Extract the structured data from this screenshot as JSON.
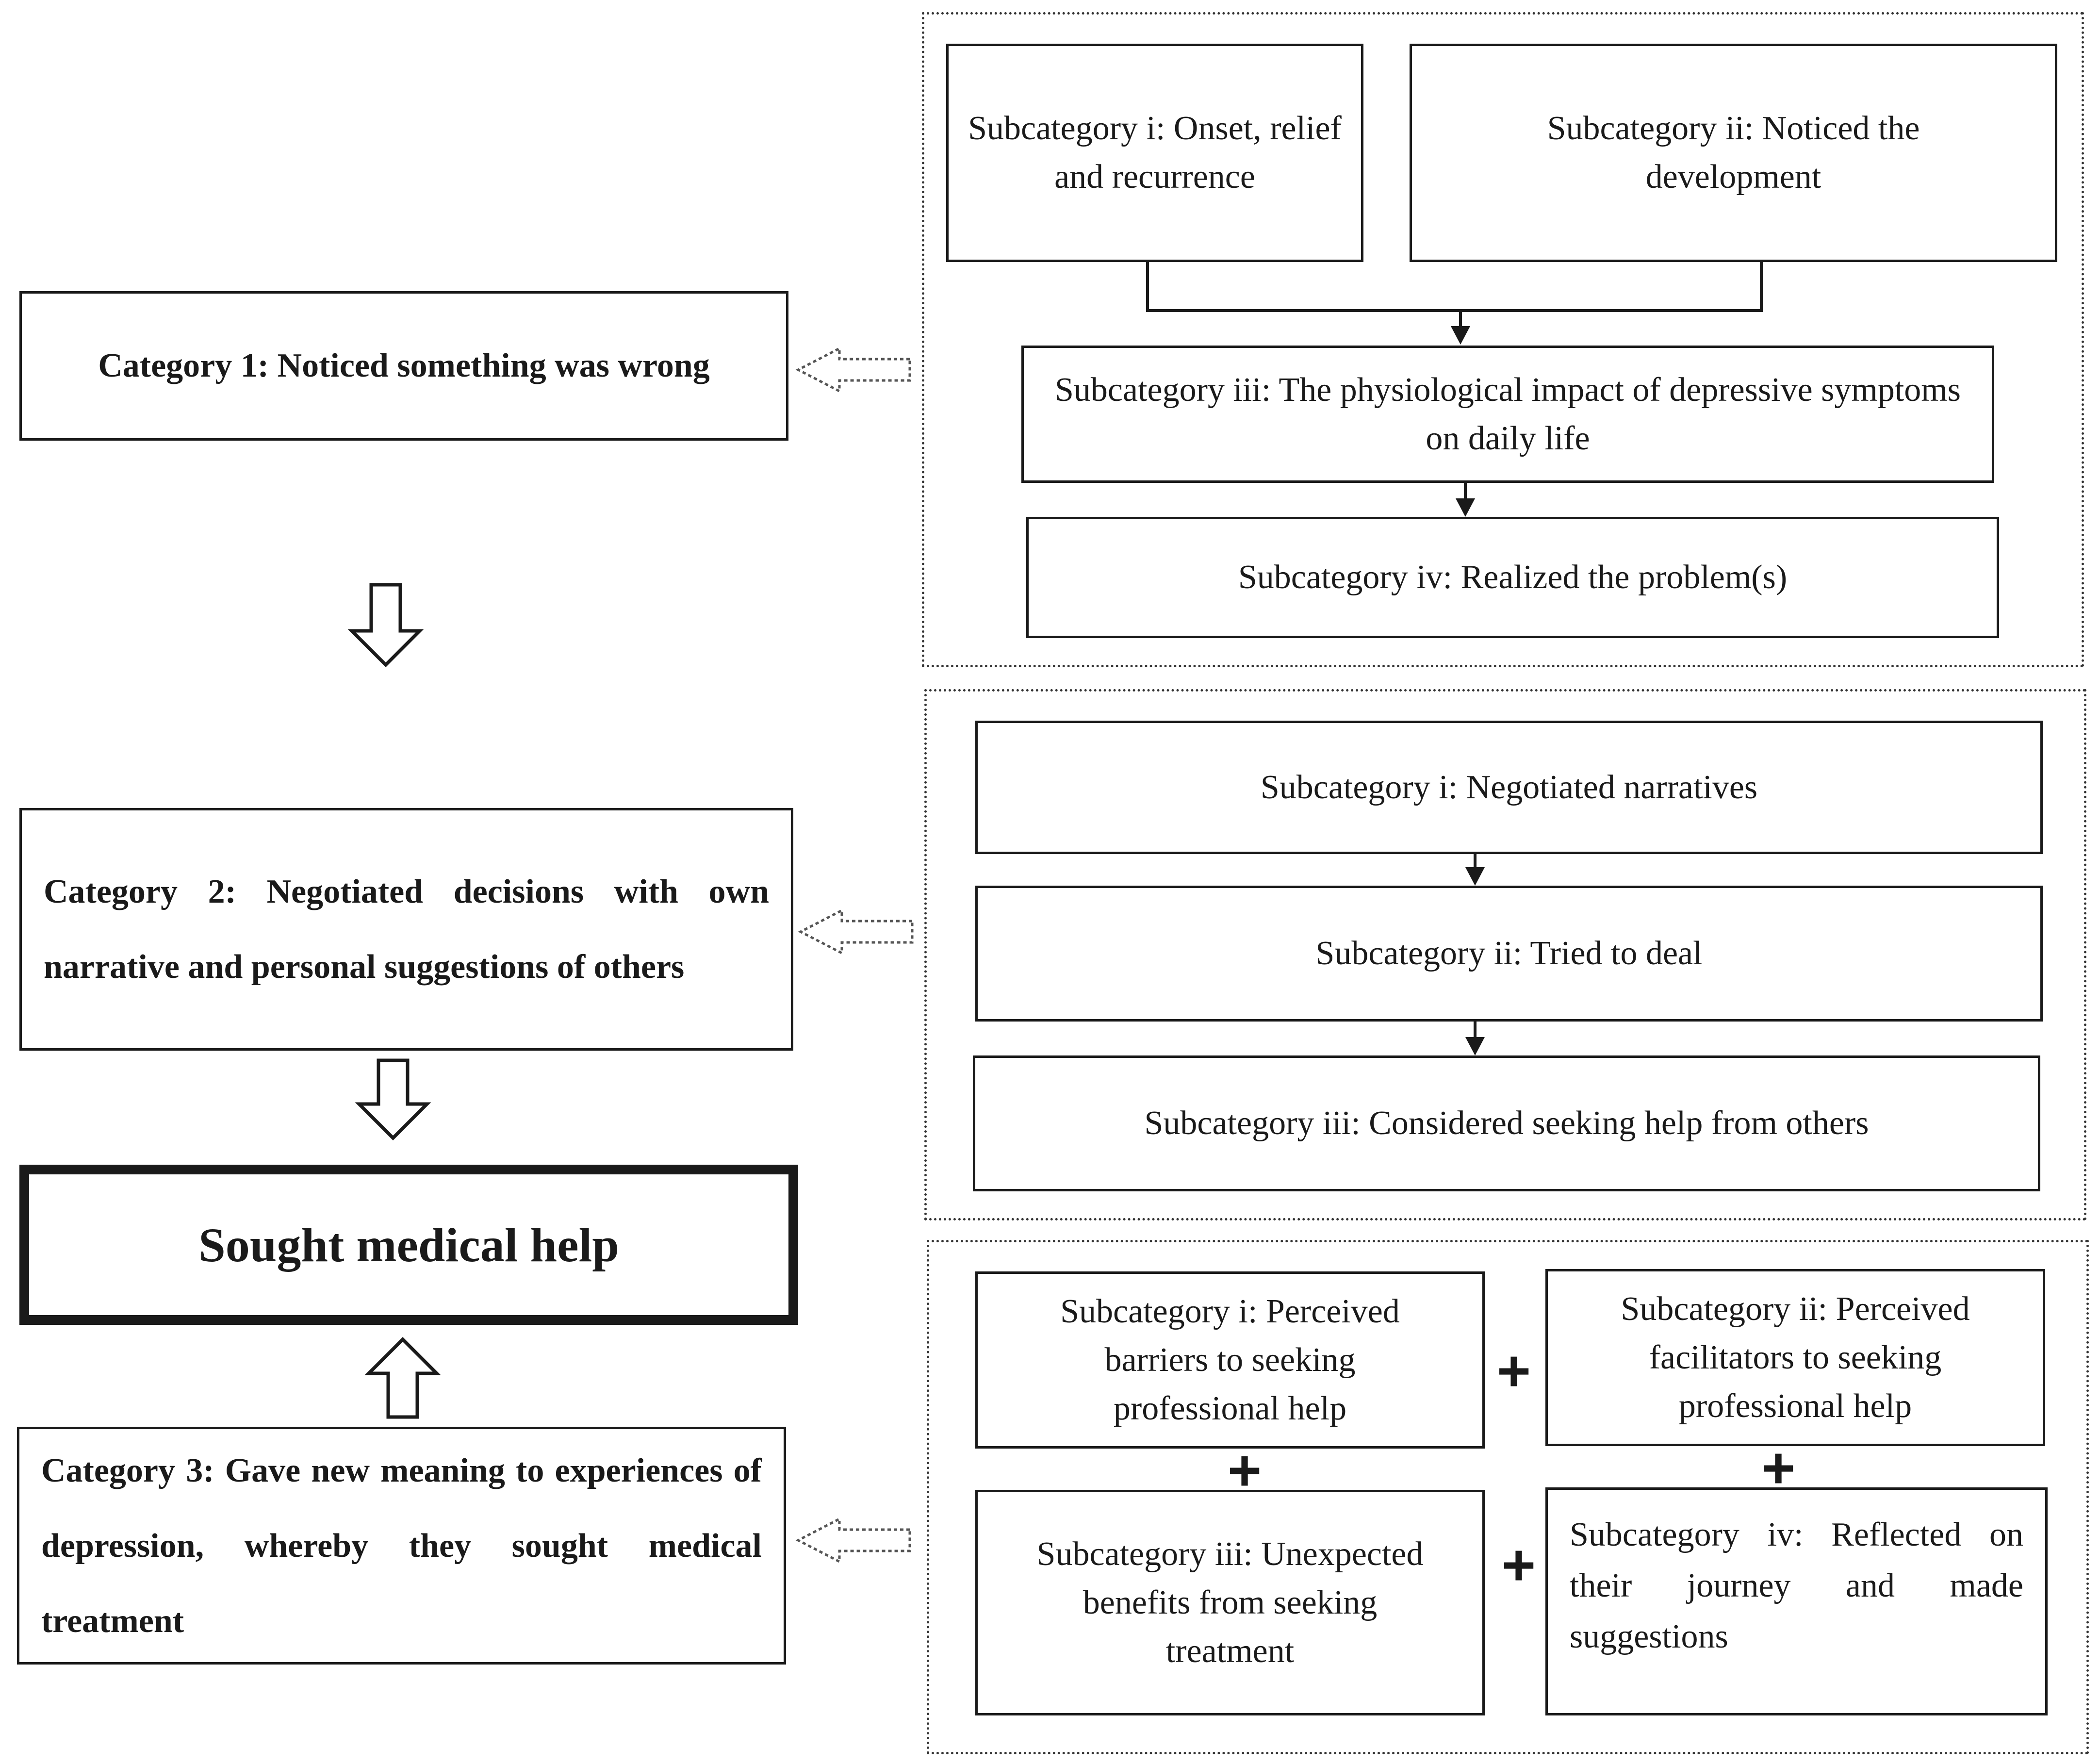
{
  "categories": {
    "c1": "Category 1: Noticed something was wrong",
    "c2": "Category 2: Negotiated decisions with own narrative and personal suggestions of others",
    "c3": "Category 3: Gave new meaning to experiences of depression, whereby they sought medical treatment",
    "outcome": "Sought medical help"
  },
  "panel1": {
    "s1": "Subcategory i: Onset, relief and recurrence",
    "s2": "Subcategory ii: Noticed the development",
    "s3": "Subcategory iii: The physiological impact of depressive symptoms on daily life",
    "s4": "Subcategory iv: Realized the problem(s)"
  },
  "panel2": {
    "s1": "Subcategory i: Negotiated narratives",
    "s2": "Subcategory ii: Tried to deal",
    "s3": "Subcategory iii: Considered seeking help from others"
  },
  "panel3": {
    "s1": "Subcategory i: Perceived barriers to seeking professional help",
    "s2": "Subcategory ii: Perceived facilitators to seeking professional help",
    "s3": "Subcategory iii: Unexpected benefits from seeking treatment",
    "s4": "Subcategory iv: Reflected on their journey and made suggestions"
  },
  "connector": "+",
  "colors": {
    "stroke": "#1a1a1a",
    "background": "#ffffff"
  }
}
